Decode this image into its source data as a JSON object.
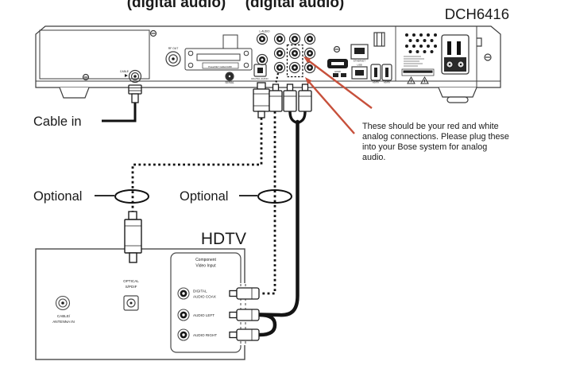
{
  "header": {
    "caption_left": "(digital audio)",
    "caption_right": "(digital audio)",
    "model_label": "DCH6416"
  },
  "cable_box": {
    "port_labels": {
      "cable": "CABLE",
      "rf_out": "RF OUT",
      "cablecard": "PowerKEY CableCARD",
      "serial": "SERIAL",
      "l_audio": "L-AUDIO",
      "digital_audio": "DIGITAL AUDIO",
      "hdmi": "HDMI",
      "ethernet": "ETHERNET",
      "usb": "USB",
      "esata": "eSATA"
    }
  },
  "callouts": {
    "cable_in_label": "Cable in",
    "optional_left": "Optional",
    "optional_right": "Optional",
    "note_lines": {
      "0": "These should be your red and white",
      "1": "analog connections.  Please plug these",
      "2": "into your Bose system for analog",
      "3": "audio."
    },
    "note_color": "#dd5f4e",
    "arrow_color": "#c7503b"
  },
  "hdtv": {
    "title": "HDTV",
    "antenna_label_line1": "CABLE/",
    "antenna_label_line2": "ANTENNA IN",
    "optical_label_line1": "OPTICAL",
    "optical_label_line2": "S/PDIF",
    "component_panel": {
      "title_line1": "Component",
      "title_line2": "Video Input",
      "jack_labels": {
        "digital_line1": "DIGITAL",
        "digital_line2": "AUDIO COAX",
        "audio_left": "AUDIO LEFT",
        "audio_right": "AUDIO RIGHT"
      }
    }
  }
}
